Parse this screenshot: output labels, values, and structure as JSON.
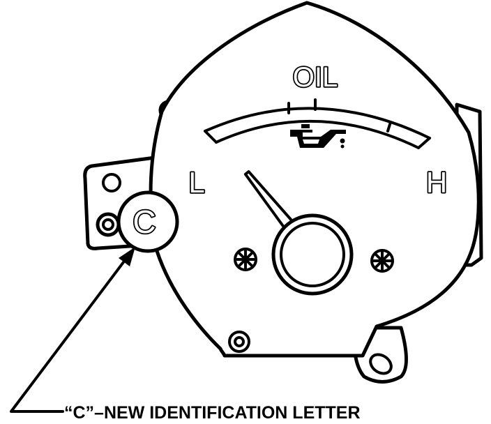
{
  "gauge": {
    "title": "OIL",
    "low_label": "L",
    "high_label": "H",
    "icon": "oil-can-icon",
    "needle_level": 0.05
  },
  "identification": {
    "badge_letter": "C",
    "caption": "“C”–NEW IDENTIFICATION LETTER"
  },
  "colors": {
    "line": "#000000",
    "fill": "#ffffff"
  }
}
